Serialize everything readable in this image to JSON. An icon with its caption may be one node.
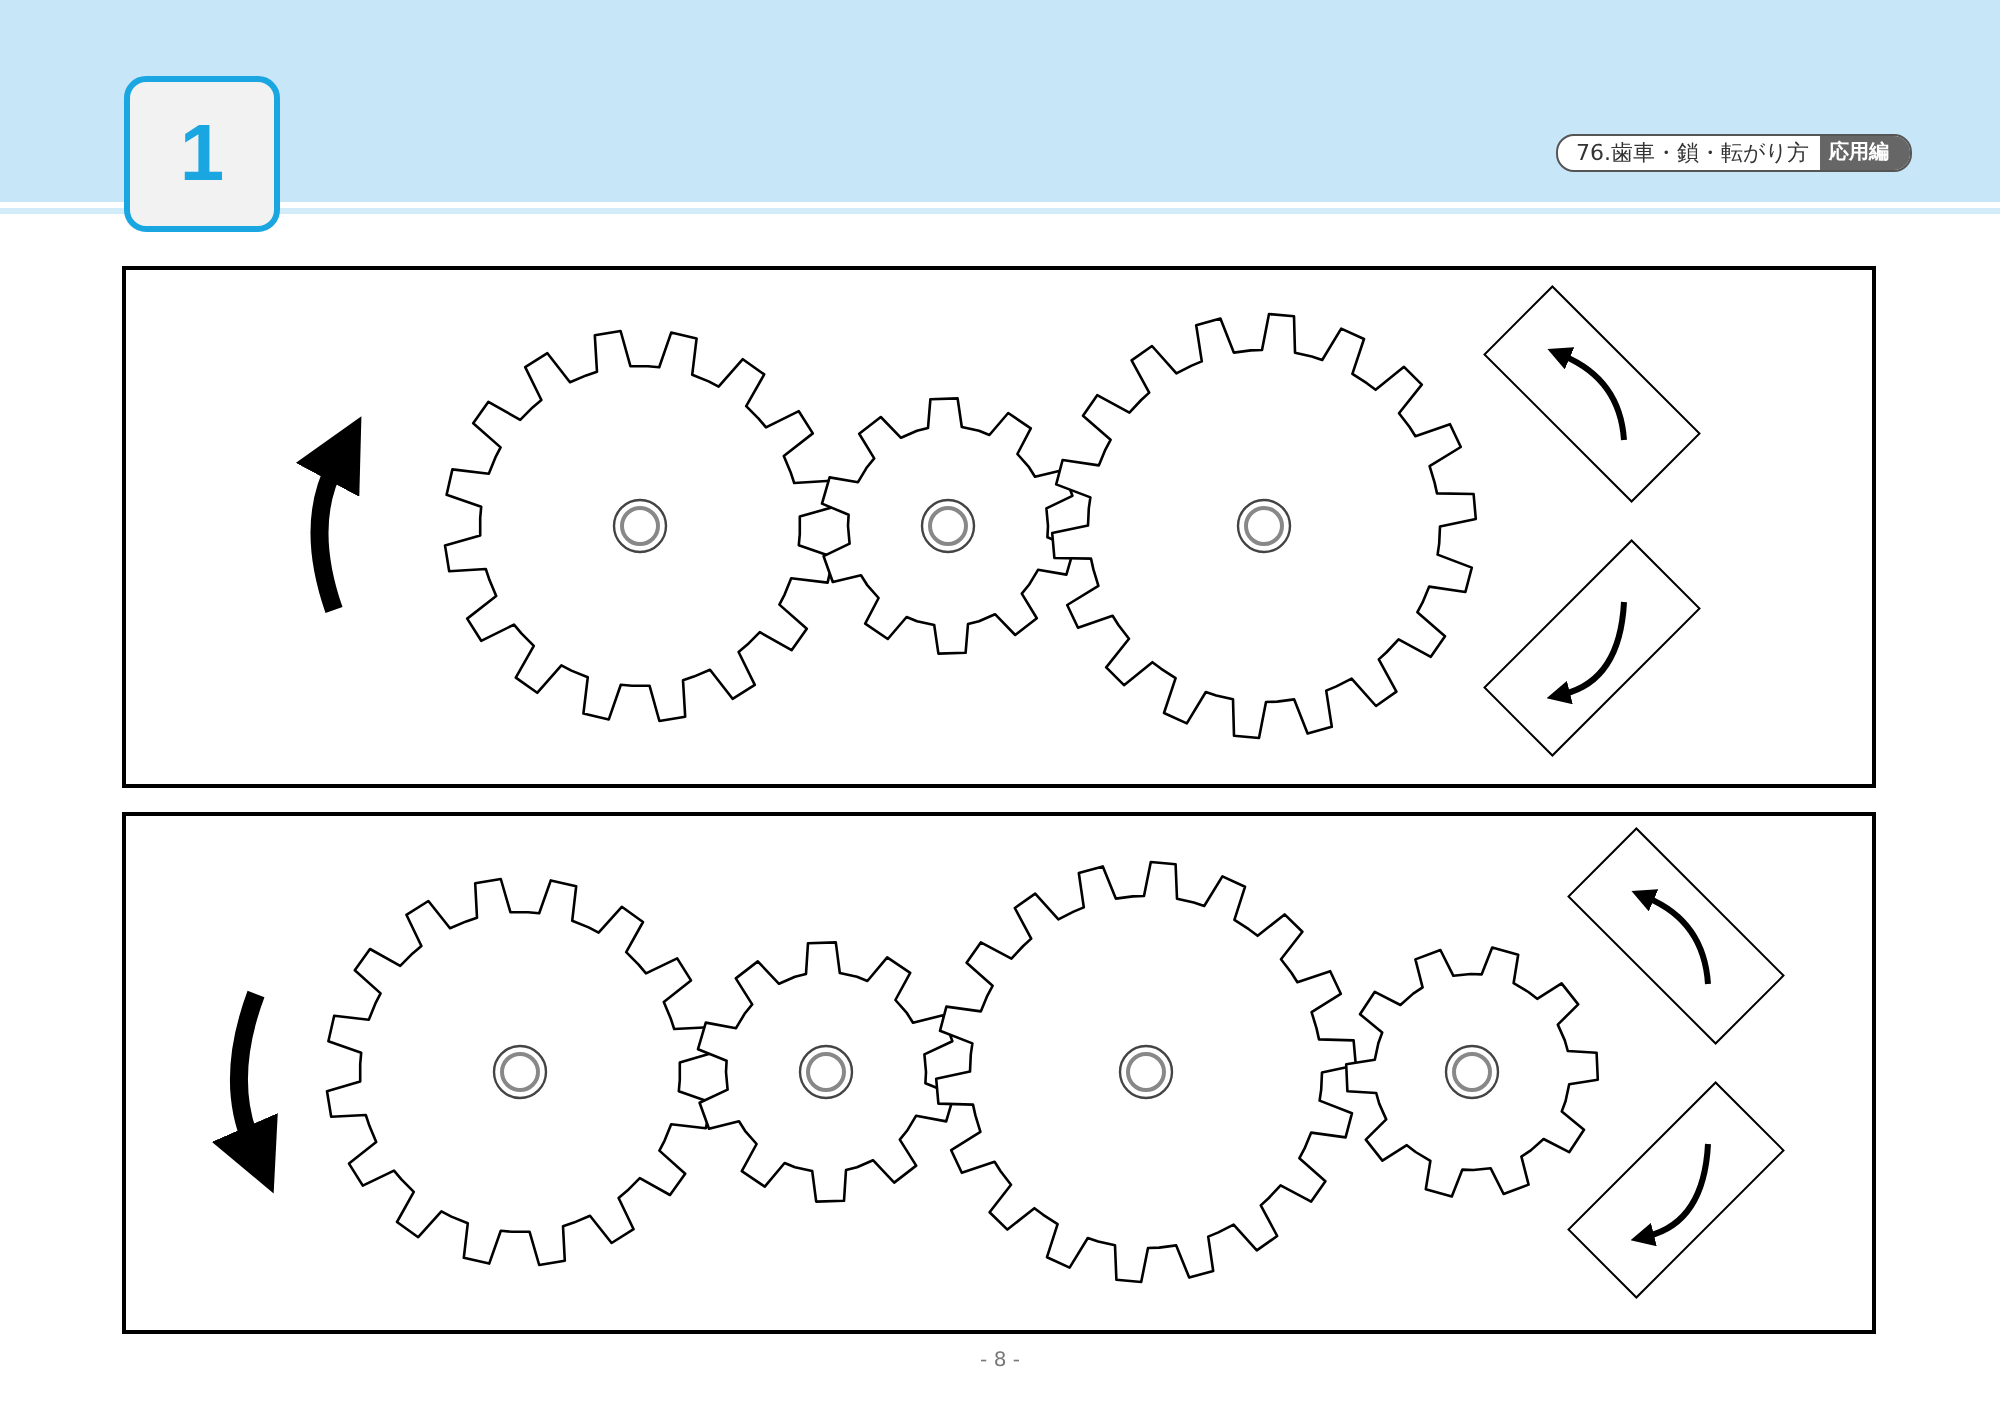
{
  "diagram": {
    "labels": [
      "1",
      "76.歯車・鎖・転がり方",
      "応用編",
      "- 8 -"
    ]
  }
}
